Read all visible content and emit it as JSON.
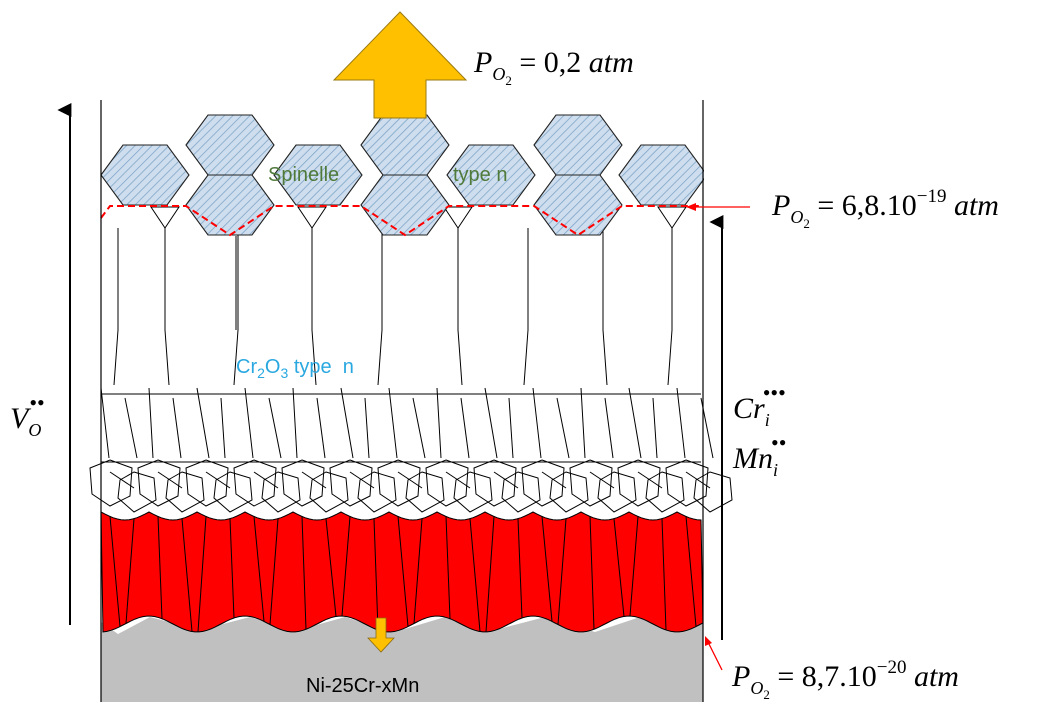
{
  "layers": {
    "spinel": {
      "label_left": "Spinelle",
      "label_right": "type n",
      "color": "#6f9fbf",
      "fill": "#c5d8ea",
      "label_color": "#4f7a3a"
    },
    "chromia": {
      "label_prefix": "Cr",
      "sub1": "2",
      "mid": "O",
      "sub2": "3",
      "label_suffix": " type  n",
      "color": "#29a8e0"
    },
    "inner": {
      "color": "#ff0000"
    },
    "alloy": {
      "label": "Ni-25Cr-xMn",
      "color": "#c0c0c0"
    }
  },
  "pressures": {
    "top": {
      "prefix": "P",
      "sub": "O",
      "subsub": "2",
      "value": " = 0,2 ",
      "unit": "atm"
    },
    "spinel_interface": {
      "prefix": "P",
      "sub": "O",
      "subsub": "2",
      "value": " = 6,8.10",
      "exp": "−19",
      "unit": " atm"
    },
    "alloy_interface": {
      "prefix": "P",
      "sub": "O",
      "subsub": "2",
      "value": " = 8,7.10",
      "exp": "−20",
      "unit": " atm"
    }
  },
  "defects": {
    "oxygen_vacancy": {
      "base": "V",
      "sub": "O",
      "dots": "••"
    },
    "chromium_interstitial": {
      "base": "Cr",
      "sub": "i",
      "dots": "•••"
    },
    "manganese_interstitial": {
      "base": "Mn",
      "sub": "i",
      "dots": "••"
    }
  },
  "colors": {
    "big_arrow": "#ffc000",
    "pointer": "#ff0000",
    "outline": "#000000"
  }
}
